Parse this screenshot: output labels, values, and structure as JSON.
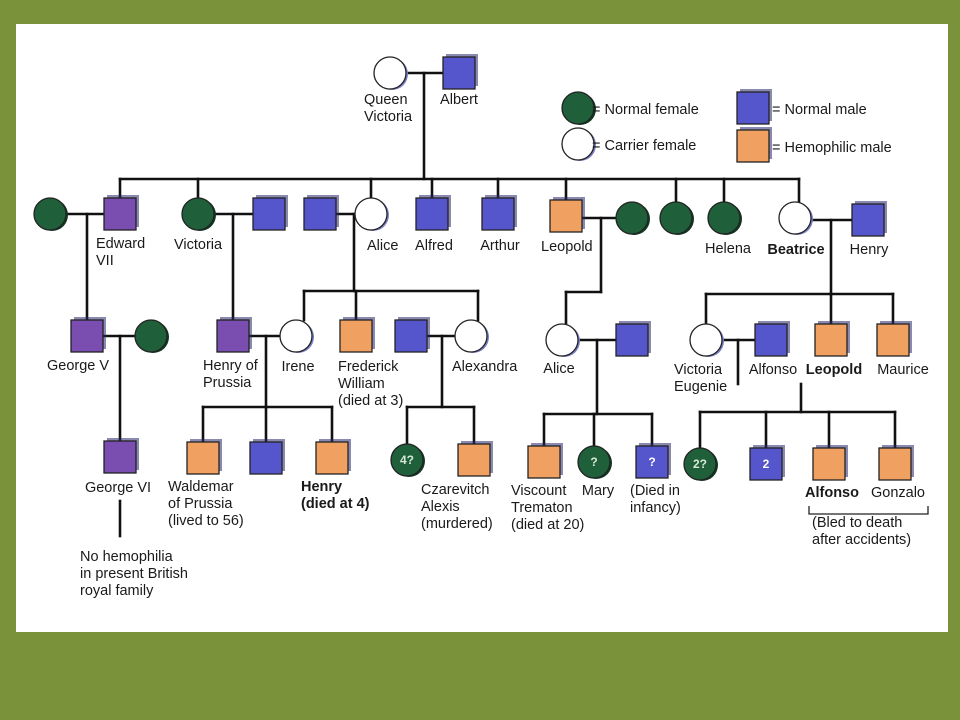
{
  "colors": {
    "background": "#7a923a",
    "panel": "#ffffff",
    "line": "#111111",
    "normal_female": "#1f5f3a",
    "carrier_female": "#ffffff",
    "normal_male": "#5555cc",
    "hemophilic_male": "#f0a060",
    "purple_male": "#7a4db0"
  },
  "legend": [
    {
      "symbol": "normal_female",
      "label": "= Normal female"
    },
    {
      "symbol": "carrier_female",
      "label": "= Carrier female"
    },
    {
      "symbol": "normal_male",
      "label": "= Normal male"
    },
    {
      "symbol": "hemophilic_male",
      "label": "= Hemophilic male"
    }
  ],
  "people": [
    {
      "id": "victoria_q",
      "kind": "carrier_female",
      "label": [
        "Queen",
        "Victoria"
      ]
    },
    {
      "id": "albert",
      "kind": "normal_male",
      "label": [
        "Albert"
      ]
    },
    {
      "id": "alexandra_d",
      "kind": "normal_female",
      "label": []
    },
    {
      "id": "edward",
      "kind": "purple_male",
      "label": [
        "Edward",
        "VII"
      ]
    },
    {
      "id": "victoria_d",
      "kind": "normal_female",
      "label": [
        "Victoria"
      ]
    },
    {
      "id": "frederick_iii",
      "kind": "normal_male",
      "label": []
    },
    {
      "id": "louis",
      "kind": "normal_male",
      "label": []
    },
    {
      "id": "alice",
      "kind": "carrier_female",
      "label": [
        "Alice"
      ]
    },
    {
      "id": "alfred",
      "kind": "normal_male",
      "label": [
        "Alfred"
      ]
    },
    {
      "id": "arthur",
      "kind": "normal_male",
      "label": [
        "Arthur"
      ]
    },
    {
      "id": "leopold_s",
      "kind": "hemophilic_male",
      "label": [
        "Leopold"
      ]
    },
    {
      "id": "helena_w",
      "kind": "normal_female",
      "label": []
    },
    {
      "id": "louise",
      "kind": "normal_female",
      "label": []
    },
    {
      "id": "helena",
      "kind": "normal_female",
      "label": [
        "Helena"
      ]
    },
    {
      "id": "beatrice",
      "kind": "carrier_female",
      "label": [
        "Beatrice"
      ]
    },
    {
      "id": "henry_b",
      "kind": "normal_male",
      "label": [
        "Henry"
      ]
    },
    {
      "id": "george5",
      "kind": "purple_male",
      "label": [
        "George V"
      ]
    },
    {
      "id": "mary_teck",
      "kind": "normal_female",
      "label": []
    },
    {
      "id": "henry_prussia",
      "kind": "purple_male",
      "label": [
        "Henry of",
        "Prussia"
      ]
    },
    {
      "id": "irene",
      "kind": "carrier_female",
      "label": [
        "Irene"
      ]
    },
    {
      "id": "frederick_w",
      "kind": "hemophilic_male",
      "label": [
        "Frederick",
        "William",
        "(died at 3)"
      ]
    },
    {
      "id": "nicholas",
      "kind": "normal_male",
      "label": []
    },
    {
      "id": "alexandra",
      "kind": "carrier_female",
      "label": [
        "Alexandra"
      ]
    },
    {
      "id": "alice2",
      "kind": "carrier_female",
      "label": [
        "Alice"
      ]
    },
    {
      "id": "alice2_h",
      "kind": "normal_male",
      "label": []
    },
    {
      "id": "victoria_e",
      "kind": "carrier_female",
      "label": [
        "Victoria",
        "Eugenie"
      ]
    },
    {
      "id": "alfonso13",
      "kind": "normal_male",
      "label": [
        "Alfonso"
      ]
    },
    {
      "id": "leopold_b",
      "kind": "hemophilic_male",
      "label": [
        "Leopold"
      ]
    },
    {
      "id": "maurice",
      "kind": "hemophilic_male",
      "label": [
        "Maurice"
      ]
    },
    {
      "id": "george6",
      "kind": "purple_male",
      "label": [
        "George VI"
      ]
    },
    {
      "id": "waldemar",
      "kind": "hemophilic_male",
      "label": [
        "Waldemar",
        "of Prussia",
        "(lived to 56)"
      ]
    },
    {
      "id": "sigismund",
      "kind": "normal_male",
      "label": []
    },
    {
      "id": "henry4",
      "kind": "hemophilic_male",
      "label": [
        "Henry",
        "(died at 4)"
      ]
    },
    {
      "id": "daughters4",
      "kind": "normal_female",
      "label": [],
      "mark": "4?"
    },
    {
      "id": "alexis",
      "kind": "hemophilic_male",
      "label": [
        "Czarevitch",
        "Alexis",
        "(murdered)"
      ]
    },
    {
      "id": "trematon",
      "kind": "hemophilic_male",
      "label": [
        "Viscount",
        "Trematon",
        "(died at 20)"
      ]
    },
    {
      "id": "mary",
      "kind": "normal_female",
      "label": [
        "Mary"
      ],
      "mark": "?"
    },
    {
      "id": "infant",
      "kind": "normal_male",
      "label": [
        "(Died in",
        "infancy)"
      ],
      "mark": "?"
    },
    {
      "id": "daughters2",
      "kind": "normal_female",
      "label": [],
      "mark": "2?"
    },
    {
      "id": "sons2",
      "kind": "normal_male",
      "label": [],
      "mark": "2"
    },
    {
      "id": "alfonso_j",
      "kind": "hemophilic_male",
      "label": [
        "Alfonso"
      ]
    },
    {
      "id": "gonzalo",
      "kind": "hemophilic_male",
      "label": [
        "Gonzalo"
      ]
    }
  ],
  "accident_note": [
    "(Bled to death",
    "after accidents)"
  ],
  "british_note": [
    "No hemophilia",
    "in present British",
    "royal family"
  ]
}
